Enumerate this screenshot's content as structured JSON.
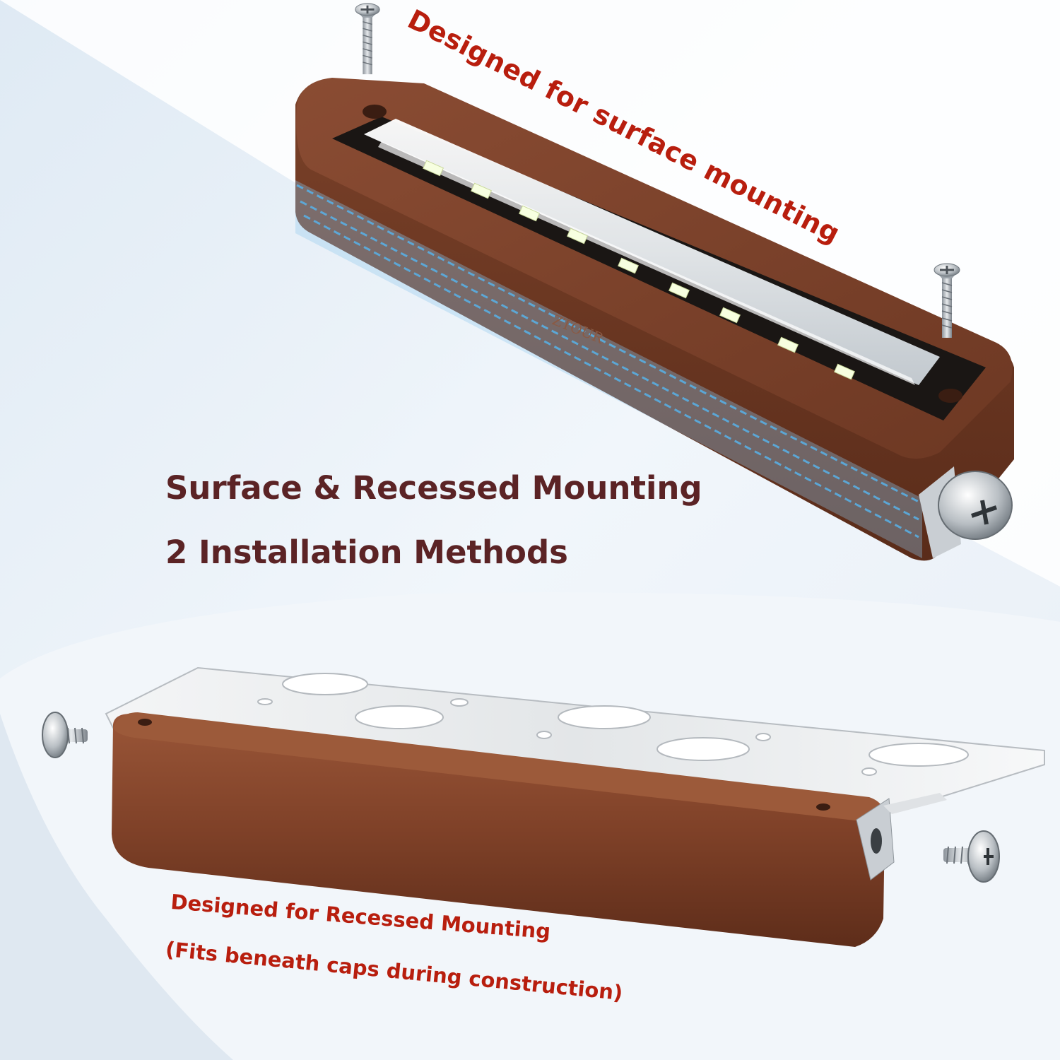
{
  "annotations": {
    "surface": "Designed for surface mounting",
    "recessed": "Designed for Recessed Mounting",
    "recessed_note": "(Fits beneath caps during construction)"
  },
  "headline": "Surface & Recessed Mounting",
  "subheadline": "2 Installation Methods",
  "product_mark": "ZTOUR",
  "colors": {
    "background": "#eef5fb",
    "housing_brown": "#6f3a26",
    "headline_text": "#5b2325",
    "annotation_red": "#b81e0e",
    "gasket_blue": "#3aa6e6",
    "steel": "#dfe2e5"
  },
  "icons": [
    "flat-head-screw-icon",
    "pan-head-screw-icon",
    "led-chip-icon"
  ]
}
